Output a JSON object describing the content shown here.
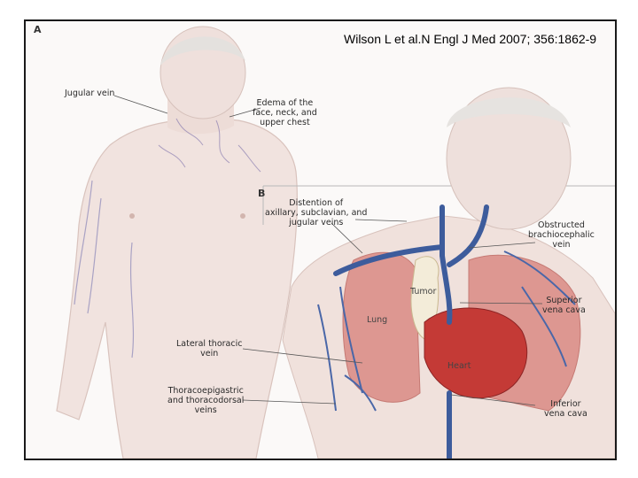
{
  "citation": "Wilson L et al.N Engl J Med 2007; 356:1862-9",
  "panel_a": "A",
  "panel_b": "B",
  "labels": {
    "jugular_vein": "Jugular vein",
    "edema": "Edema of the\nface, neck, and\nupper chest",
    "distention": "Distention of\naxillary, subclavian, and\njugular veins",
    "obstructed": "Obstructed\nbrachiocephalic\nvein",
    "tumor": "Tumor",
    "lung": "Lung",
    "superior_vena_cava": "Superior\nvena cava",
    "lateral_thoracic": "Lateral thoracic\nvein",
    "heart": "Heart",
    "thoracoepigastric": "Thoracoepigastric\nand thoracodorsal\nveins",
    "inferior_vena_cava": "Inferior\nvena cava"
  },
  "colors": {
    "skin": "#eadcd8",
    "vein": "#3d5c9c",
    "lung": "#d98b86",
    "heart": "#c43a36",
    "tumor": "#f3ecd9"
  }
}
